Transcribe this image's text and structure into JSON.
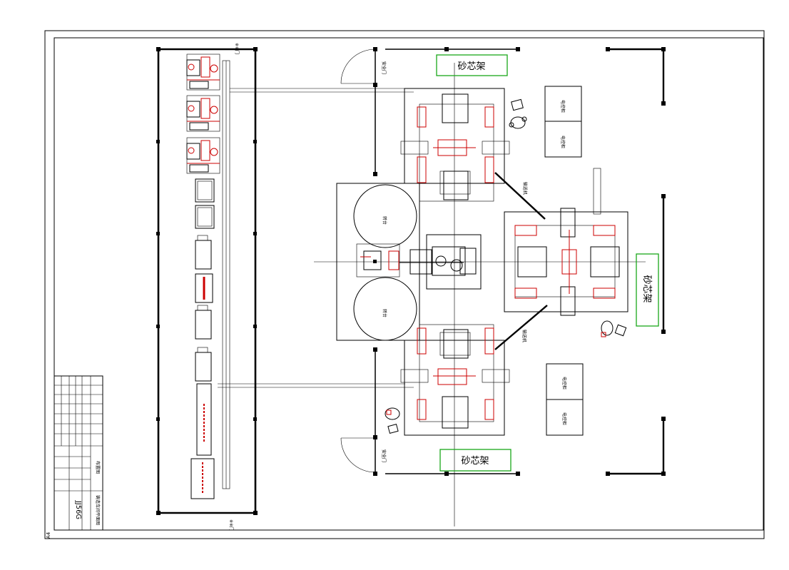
{
  "colors": {
    "line": "#000000",
    "accent": "#cc0000",
    "rack_box": "#1aa81a"
  },
  "racks": {
    "top": "砂芯架",
    "bottom": "砂芯架",
    "right": "砂芯架"
  },
  "title_block": {
    "drawing_no": "JJ56G",
    "project": "铸造车间平面图"
  },
  "corner_mark": "A4"
}
